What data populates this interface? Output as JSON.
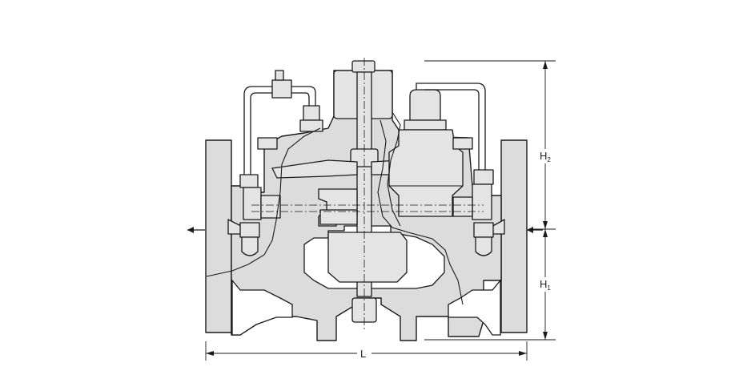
{
  "figure": {
    "background": "#ffffff",
    "body_color": "#dcdcdc",
    "line_color": "#1a1a1a"
  },
  "dimensions": {
    "length_label": "L",
    "height_upper_label": "H",
    "height_upper_sub": "2",
    "height_lower_label": "H",
    "height_lower_sub": "1"
  }
}
